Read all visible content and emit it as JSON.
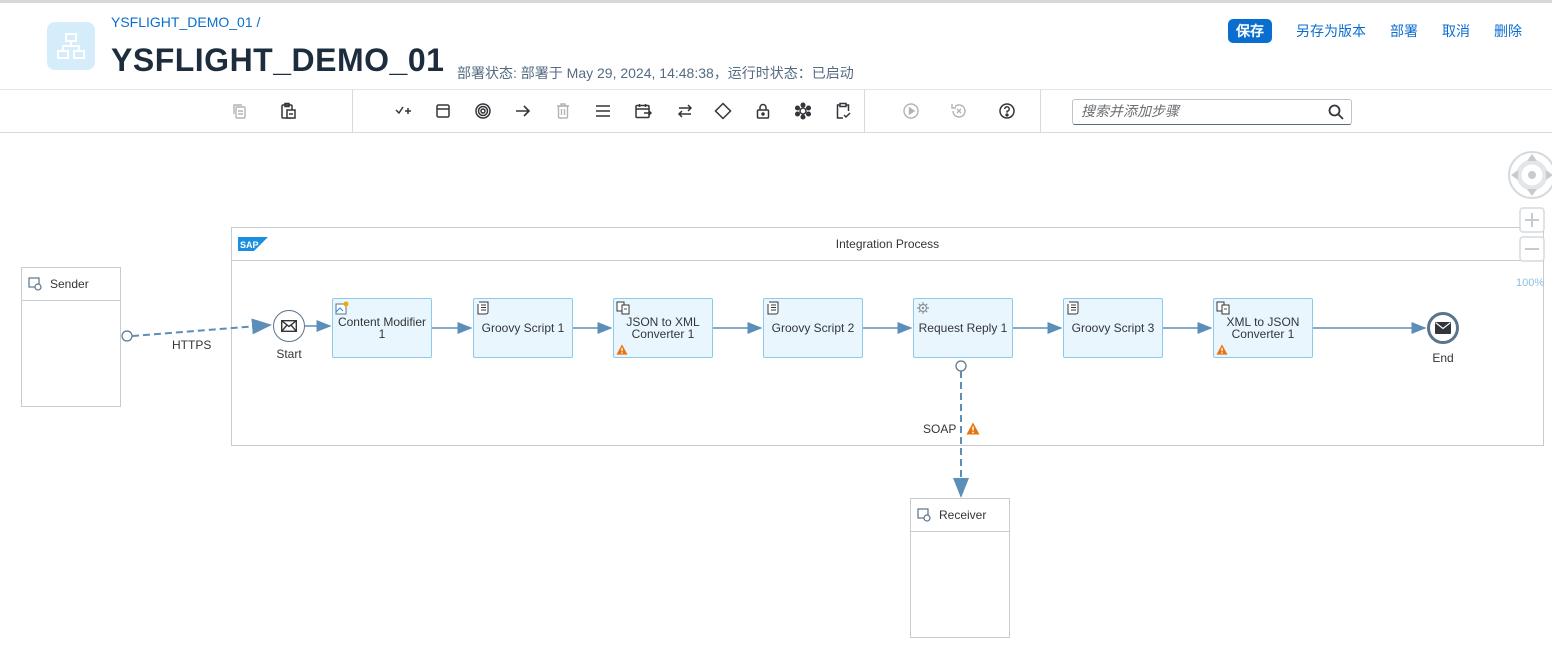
{
  "header": {
    "breadcrumb": "YSFLIGHT_DEMO_01 /",
    "title": "YSFLIGHT_DEMO_01",
    "deploy_status": "部署状态: 部署于 May 29, 2024, 14:48:38，运行时状态：已启动",
    "actions": {
      "save": "保存",
      "save_as_version": "另存为版本",
      "deploy": "部署",
      "cancel": "取消",
      "delete": "删除"
    }
  },
  "toolbar": {
    "search_placeholder": "搜索并添加步骤",
    "icons": [
      "copy-icon",
      "paste-icon",
      "checklist-add-icon",
      "window-icon",
      "target-icon",
      "arrow-right-icon",
      "trash-icon",
      "menu-lines-icon",
      "calendar-icon",
      "swap-icon",
      "diamond-icon",
      "lock-icon",
      "shapes-icon",
      "clipboard-check-icon",
      "play-icon",
      "undo-icon",
      "help-icon"
    ]
  },
  "canvas": {
    "pool_title": "Integration Process",
    "sender": "Sender",
    "receiver": "Receiver",
    "start_label": "Start",
    "end_label": "End",
    "https_label": "HTTPS",
    "soap_label": "SOAP",
    "zoom_level": "100%",
    "steps": {
      "content_modifier": "Content Modifier 1",
      "groovy1": "Groovy Script 1",
      "json_to_xml": "JSON to XML Converter 1",
      "groovy2": "Groovy Script 2",
      "request_reply": "Request Reply 1",
      "groovy3": "Groovy Script 3",
      "xml_to_json": "XML to JSON Converter 1"
    }
  },
  "colors": {
    "accent": "#0a6ed1",
    "task_fill": "#eaf6fd",
    "task_border": "#8ccbeb",
    "flow_line": "#5b8fb9",
    "warning": "#e9730c"
  }
}
